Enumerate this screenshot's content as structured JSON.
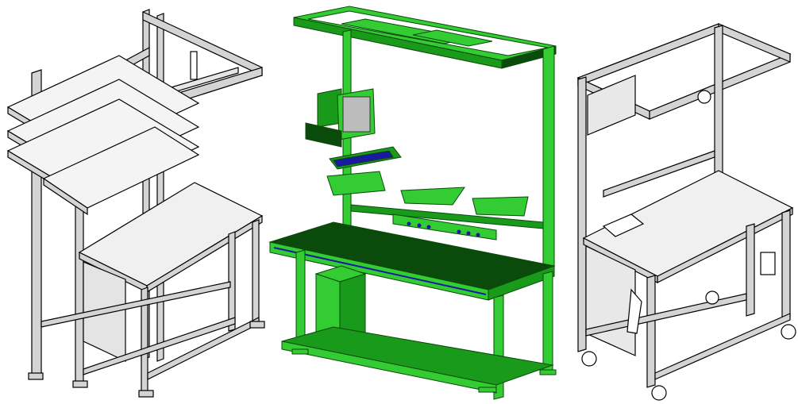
{
  "figure": {
    "panels": [
      {
        "name": "workstation-with-angled-shelves",
        "style": "gray-line-drawing"
      },
      {
        "name": "workstation-with-monitor-and-accessories",
        "style": "green-render"
      },
      {
        "name": "workstation-with-casters",
        "style": "gray-line-drawing"
      }
    ]
  },
  "colors": {
    "background": "#ffffff",
    "frame_gray": "#c8c8c8",
    "outline": "#000000",
    "green_light": "#33cc33",
    "green_mid": "#1a9a1a",
    "green_dark": "#0a4a0a",
    "accent_blue": "#1a1aa0"
  }
}
